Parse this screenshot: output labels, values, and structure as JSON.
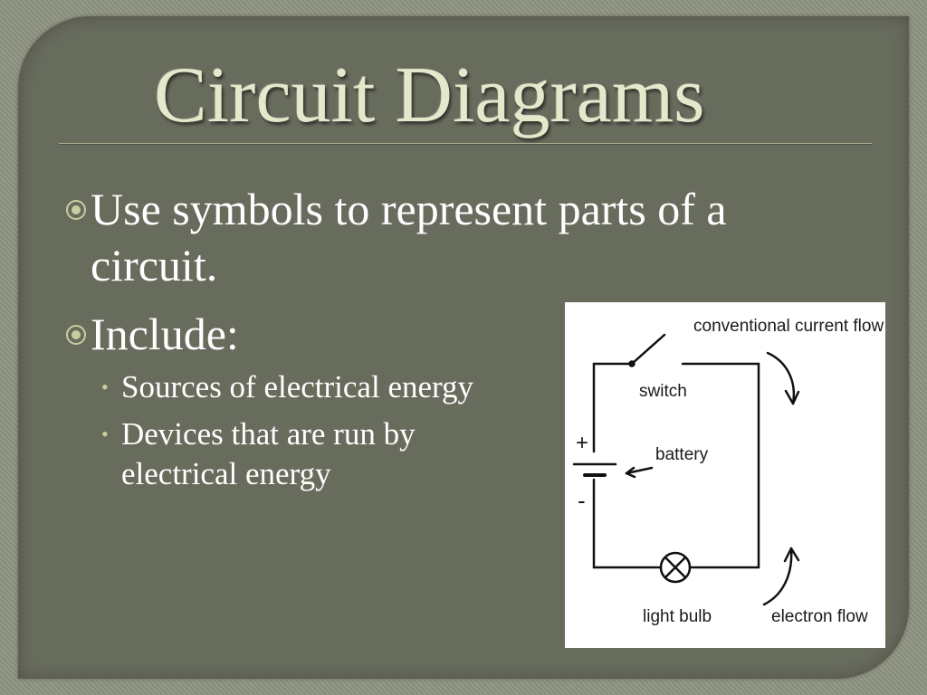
{
  "slide": {
    "title": "Circuit Diagrams",
    "bullets": [
      {
        "text": "Use symbols to represent parts of a circuit."
      },
      {
        "text": "Include:"
      }
    ],
    "sub_bullets": [
      {
        "text": "Sources of electrical energy"
      },
      {
        "text": "Devices that are run by electrical energy"
      }
    ],
    "colors": {
      "slide_background": "#686c5d",
      "title_text": "#e4e9cc",
      "bullet_marker": "#c8ce9e"
    }
  },
  "diagram": {
    "labels": {
      "conventional_current_flow": "conventional current flow",
      "switch": "switch",
      "battery": "battery",
      "plus": "+",
      "minus": "-",
      "light_bulb": "light bulb",
      "electron_flow": "electron flow"
    }
  }
}
